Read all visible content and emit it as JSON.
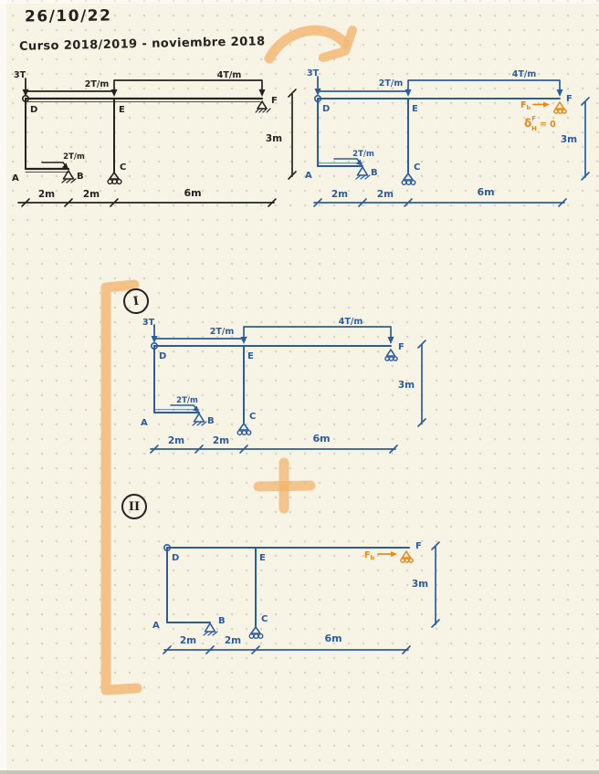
{
  "header": {
    "date": "26/10/22",
    "course": "Curso 2018/2019 - noviembre 2018"
  },
  "sections": {
    "one": "I",
    "two": "II"
  },
  "labels": {
    "loads": {
      "point": "3T",
      "dist_de": "2T/m",
      "dist_ef": "4T/m",
      "dist_ab": "2T/m"
    },
    "nodes": {
      "a": "A",
      "b": "B",
      "c": "C",
      "d": "D",
      "e": "E",
      "f": "F"
    },
    "dims": {
      "seg1": "2m",
      "seg2": "2m",
      "seg3": "6m",
      "height": "3m"
    }
  },
  "orange_notes": {
    "force": "F",
    "force_sub": "b",
    "delta": "δ",
    "delta_sup": "F",
    "delta_sub": "H",
    "equals_zero": "= 0"
  },
  "colors": {
    "paper": "#f7f4e6",
    "ink_black": "#242220",
    "ink_blue": "#2b5c9e",
    "pen_orange": "#e8891c",
    "marker_orange": "#f3b976"
  }
}
